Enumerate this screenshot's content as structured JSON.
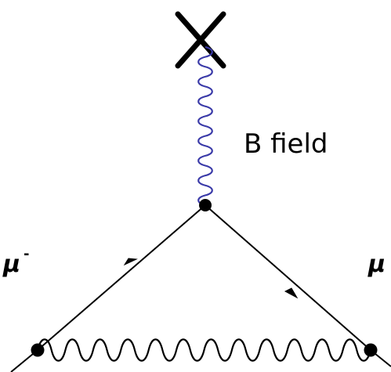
{
  "diagram": {
    "field_label": "B field",
    "incoming_label": "μ",
    "incoming_charge": "-",
    "outgoing_label": "μ",
    "colors": {
      "photon_line": "#3a3aa8",
      "fermion_line": "#000000",
      "vertex": "#000000",
      "background": "#ffffff"
    },
    "icons": {
      "external_field_marker": "cross-mark-icon",
      "vertex_marker": "filled-dot"
    }
  }
}
